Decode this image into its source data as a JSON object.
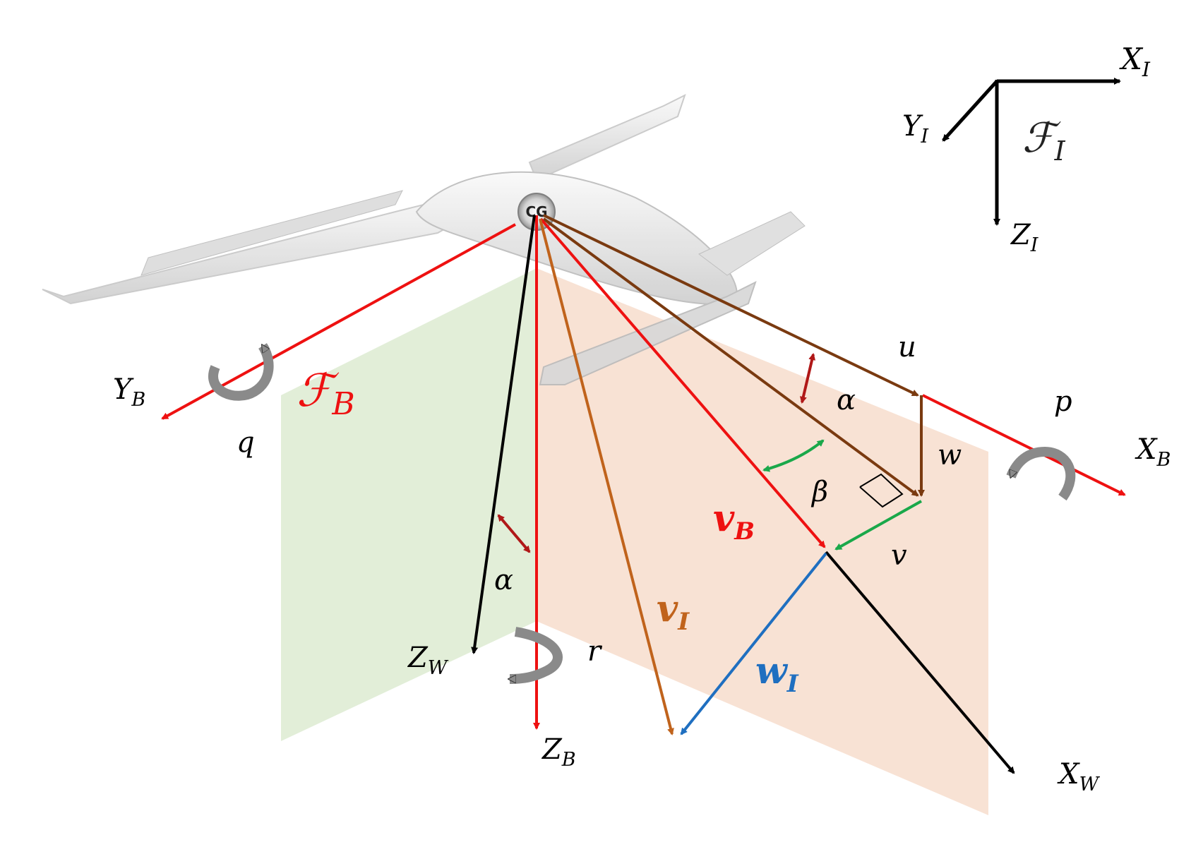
{
  "colors": {
    "red": "#ee1111",
    "black": "#000000",
    "brown": "#7a3a10",
    "orange": "#c0631c",
    "blue": "#1f6fc0",
    "green": "#1aa84a",
    "darkred": "#b01818",
    "green_plane": "#e2eed8",
    "orange_plane": "#f8e2d4",
    "rotation_arrow": "#8a8a8a"
  },
  "aircraft": {
    "cg_label": "CG"
  },
  "inertial_frame": {
    "x_label": "X",
    "x_sub": "I",
    "y_label": "Y",
    "y_sub": "I",
    "z_label": "Z",
    "z_sub": "I",
    "frame_label": "ℱ",
    "frame_sub": "I"
  },
  "body_frame": {
    "frame_label": "ℱ",
    "frame_sub": "B",
    "x_label": "X",
    "x_sub": "B",
    "y_label": "Y",
    "y_sub": "B",
    "z_label": "Z",
    "z_sub": "B"
  },
  "wind_frame": {
    "x_label": "X",
    "x_sub": "W",
    "z_label": "Z",
    "z_sub": "W"
  },
  "rates": {
    "p": "p",
    "q": "q",
    "r": "r"
  },
  "velocity_components": {
    "u": "u",
    "v": "v",
    "w": "w"
  },
  "angles": {
    "alpha": "α",
    "beta": "β"
  },
  "vectors": {
    "v_B": "v",
    "v_B_sub": "B",
    "v_I": "v",
    "v_I_sub": "I",
    "w_I": "w",
    "w_I_sub": "I"
  }
}
